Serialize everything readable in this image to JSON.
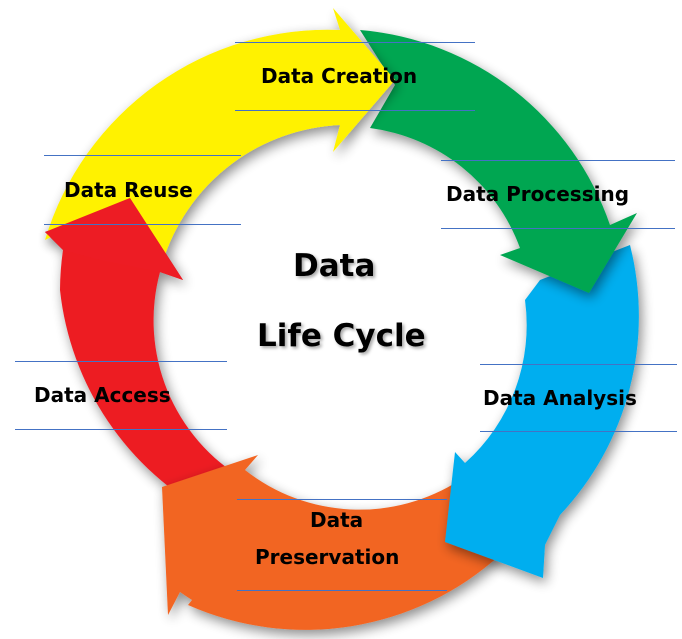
{
  "title": {
    "line1": "Data",
    "line2": "Life Cycle"
  },
  "stages": [
    {
      "label": "Data Creation",
      "color": "#fff200"
    },
    {
      "label": "Data Processing",
      "color": "#00a651"
    },
    {
      "label": "Data Analysis",
      "color": "#00aeef"
    },
    {
      "label": "Data Preservation",
      "color": "#f26522"
    },
    {
      "label": "Data Access",
      "color": "#ed1c24"
    },
    {
      "label": "Data Reuse",
      "color": "#fff200"
    }
  ],
  "labels": {
    "creation": "Data Creation",
    "processing": "Data Processing",
    "analysis": "Data Analysis",
    "preservation_1": "Data",
    "preservation_2": "Preservation",
    "access": "Data Access",
    "reuse": "Data Reuse"
  },
  "guide_line_color": "#4472c4"
}
